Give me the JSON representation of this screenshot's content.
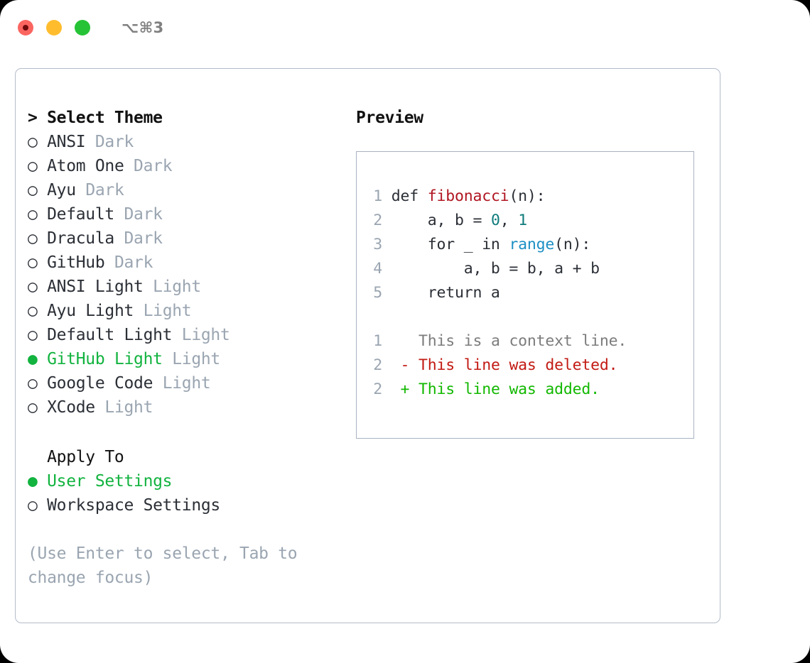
{
  "titlebar": {
    "buttons": [
      {
        "name": "close",
        "color": "#fb6560"
      },
      {
        "name": "minimize",
        "color": "#ffbd2e"
      },
      {
        "name": "maximize",
        "color": "#25c335"
      }
    ],
    "shortcut": "⌥⌘3"
  },
  "theme_picker": {
    "heading": "> Select Theme",
    "items": [
      {
        "bullet": "○ ",
        "label": "ANSI",
        "mode": " Dark",
        "selected": false
      },
      {
        "bullet": "○ ",
        "label": "Atom One",
        "mode": " Dark",
        "selected": false
      },
      {
        "bullet": "○ ",
        "label": "Ayu",
        "mode": " Dark",
        "selected": false
      },
      {
        "bullet": "○ ",
        "label": "Default",
        "mode": " Dark",
        "selected": false
      },
      {
        "bullet": "○ ",
        "label": "Dracula",
        "mode": " Dark",
        "selected": false
      },
      {
        "bullet": "○ ",
        "label": "GitHub",
        "mode": " Dark",
        "selected": false
      },
      {
        "bullet": "○ ",
        "label": "ANSI Light",
        "mode": " Light",
        "selected": false
      },
      {
        "bullet": "○ ",
        "label": "Ayu Light",
        "mode": " Light",
        "selected": false
      },
      {
        "bullet": "○ ",
        "label": "Default Light",
        "mode": " Light",
        "selected": false
      },
      {
        "bullet": "● ",
        "label": "GitHub Light",
        "mode": " Light",
        "selected": true
      },
      {
        "bullet": "○ ",
        "label": "Google Code",
        "mode": " Light",
        "selected": false
      },
      {
        "bullet": "○ ",
        "label": "XCode",
        "mode": " Light",
        "selected": false
      }
    ]
  },
  "apply_to": {
    "heading": "  Apply To",
    "items": [
      {
        "bullet": "● ",
        "label": "User Settings",
        "selected": true
      },
      {
        "bullet": "○ ",
        "label": "Workspace Settings",
        "selected": false
      }
    ]
  },
  "hint": "(Use Enter to select, Tab to change focus)",
  "preview": {
    "title": "Preview",
    "code_lines": [
      {
        "num": "1",
        "segments": [
          {
            "text": "def ",
            "tok": "plain"
          },
          {
            "text": "fibonacci",
            "tok": "fn"
          },
          {
            "text": "(n):",
            "tok": "plain"
          }
        ]
      },
      {
        "num": "2",
        "segments": [
          {
            "text": "    a, b = ",
            "tok": "plain"
          },
          {
            "text": "0",
            "tok": "num"
          },
          {
            "text": ", ",
            "tok": "plain"
          },
          {
            "text": "1",
            "tok": "num"
          }
        ]
      },
      {
        "num": "3",
        "segments": [
          {
            "text": "    for _ in ",
            "tok": "plain"
          },
          {
            "text": "range",
            "tok": "call"
          },
          {
            "text": "(n):",
            "tok": "plain"
          }
        ]
      },
      {
        "num": "4",
        "segments": [
          {
            "text": "        a, b = b, a + b",
            "tok": "plain"
          }
        ]
      },
      {
        "num": "5",
        "segments": [
          {
            "text": "    return a",
            "tok": "plain"
          }
        ]
      }
    ],
    "diff_lines": [
      {
        "num": "1",
        "marker": "  ",
        "text": "This is a context line.",
        "kind": "context"
      },
      {
        "num": "2",
        "marker": "- ",
        "text": "This line was deleted.",
        "kind": "deleted"
      },
      {
        "num": "2",
        "marker": "+ ",
        "text": "This line was added.",
        "kind": "added"
      }
    ]
  },
  "colors": {
    "accent_green": "#12b33f",
    "muted": "#9aa5b1",
    "border": "#a8b2c1",
    "fn_red": "#b01622",
    "num_teal": "#0f7b7b",
    "call_blue": "#1c8fc4",
    "diff_add": "#12b800",
    "diff_del": "#c21a13"
  }
}
